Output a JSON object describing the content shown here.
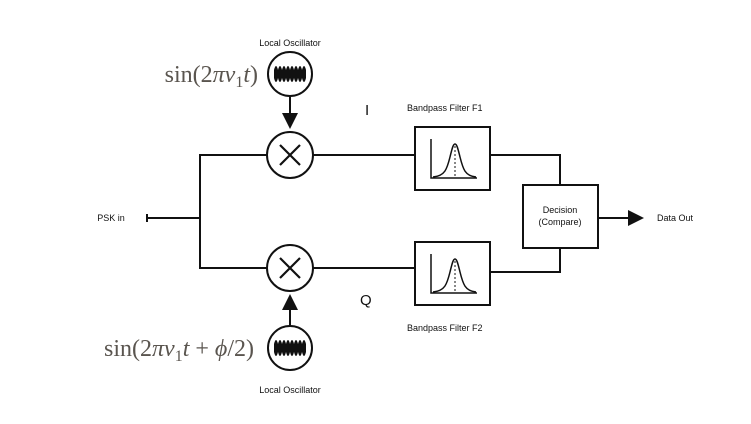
{
  "diagram": {
    "input_label": "PSK in",
    "output_label": "Data Out",
    "top_branch": {
      "channel_label": "I",
      "oscillator_label": "Local Oscillator",
      "oscillator_signal": {
        "prefix": "sin(2",
        "pi": "π",
        "nu": "ν",
        "sub": "1",
        "t": "t",
        "suffix": ")"
      },
      "filter_label": "Bandpass Filter F1"
    },
    "bottom_branch": {
      "channel_label": "Q",
      "oscillator_label": "Local Oscillator",
      "oscillator_signal": {
        "prefix": "sin(2",
        "pi": "π",
        "nu": "ν",
        "sub": "1",
        "t": "t",
        "plus": " + ",
        "phi": "ϕ",
        "suffix": "/2)"
      },
      "filter_label": "Bandpass Filter F2"
    },
    "decision": {
      "line1": "Decision",
      "line2": "(Compare)"
    },
    "colors": {
      "line": "#111111",
      "formula": "#5a554f"
    }
  }
}
